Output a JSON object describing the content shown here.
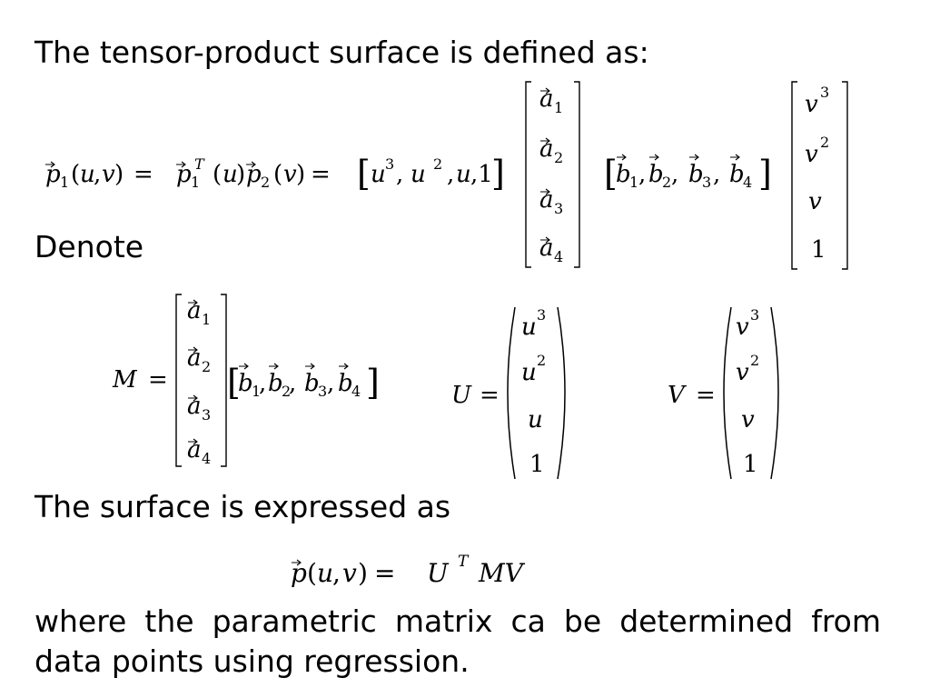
{
  "slide": {
    "heading": "The tensor-product surface is defined as:",
    "denote": "Denote",
    "surface_expressed": "The surface is expressed as",
    "closing": "where the parametric matrix ca be determined from data points using regression."
  }
}
